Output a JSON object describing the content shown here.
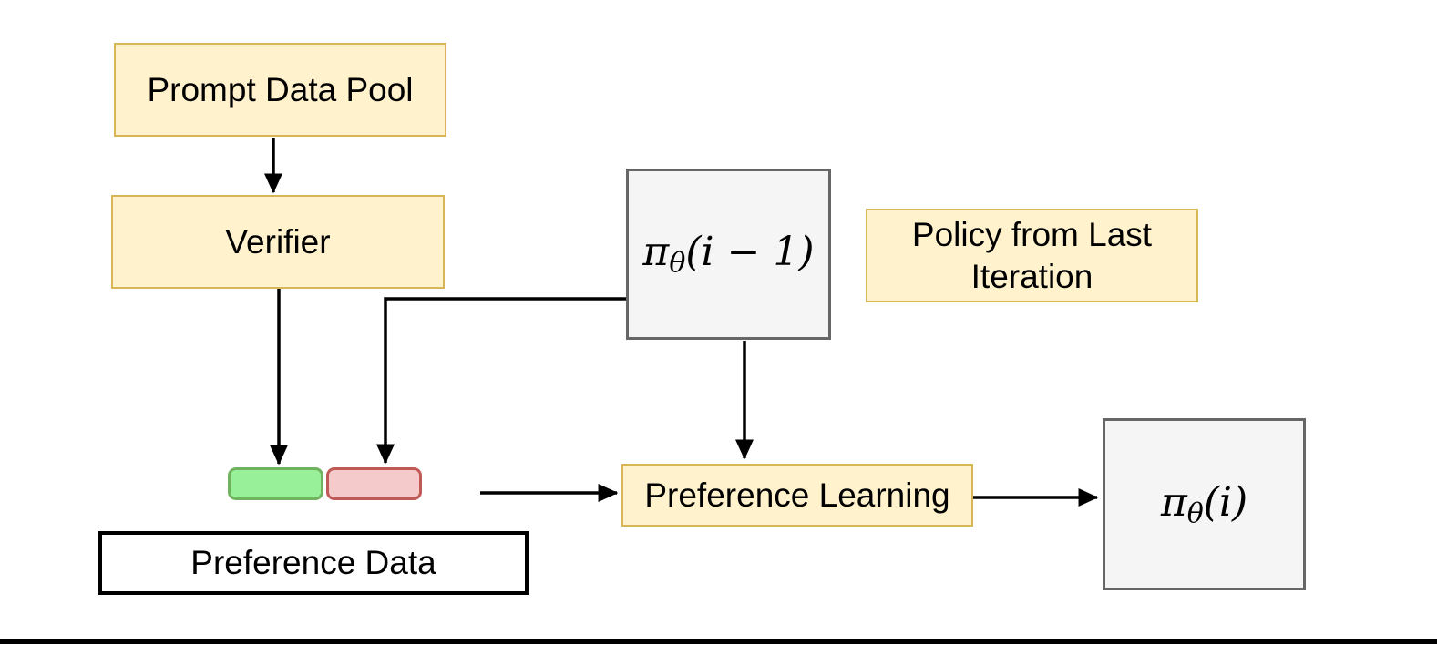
{
  "figure": {
    "nodes": {
      "prompt_data_pool": {
        "label": "Prompt Data Pool"
      },
      "verifier": {
        "label": "Verifier"
      },
      "policy_prev": {
        "pi": "π",
        "sub": "θ",
        "args": "(i − 1)"
      },
      "policy_last_note": {
        "label": "Policy from Last Iteration"
      },
      "preference_data": {
        "label": "Preference Data"
      },
      "preference_learning": {
        "label": "Preference Learning"
      },
      "policy_new": {
        "pi": "π",
        "sub": "θ",
        "args": "(i)"
      }
    }
  },
  "colors": {
    "yellow_fill": "#FFF2CC",
    "yellow_stroke": "#D6B656",
    "gray_fill": "#F5F5F5",
    "gray_stroke": "#666666",
    "chip_green_fill": "#98F098",
    "chip_green_stroke": "#70B25F",
    "chip_red_fill": "#F4CBCA",
    "chip_red_stroke": "#C05A56",
    "line_color": "#000000",
    "rule_color": "#000000"
  }
}
